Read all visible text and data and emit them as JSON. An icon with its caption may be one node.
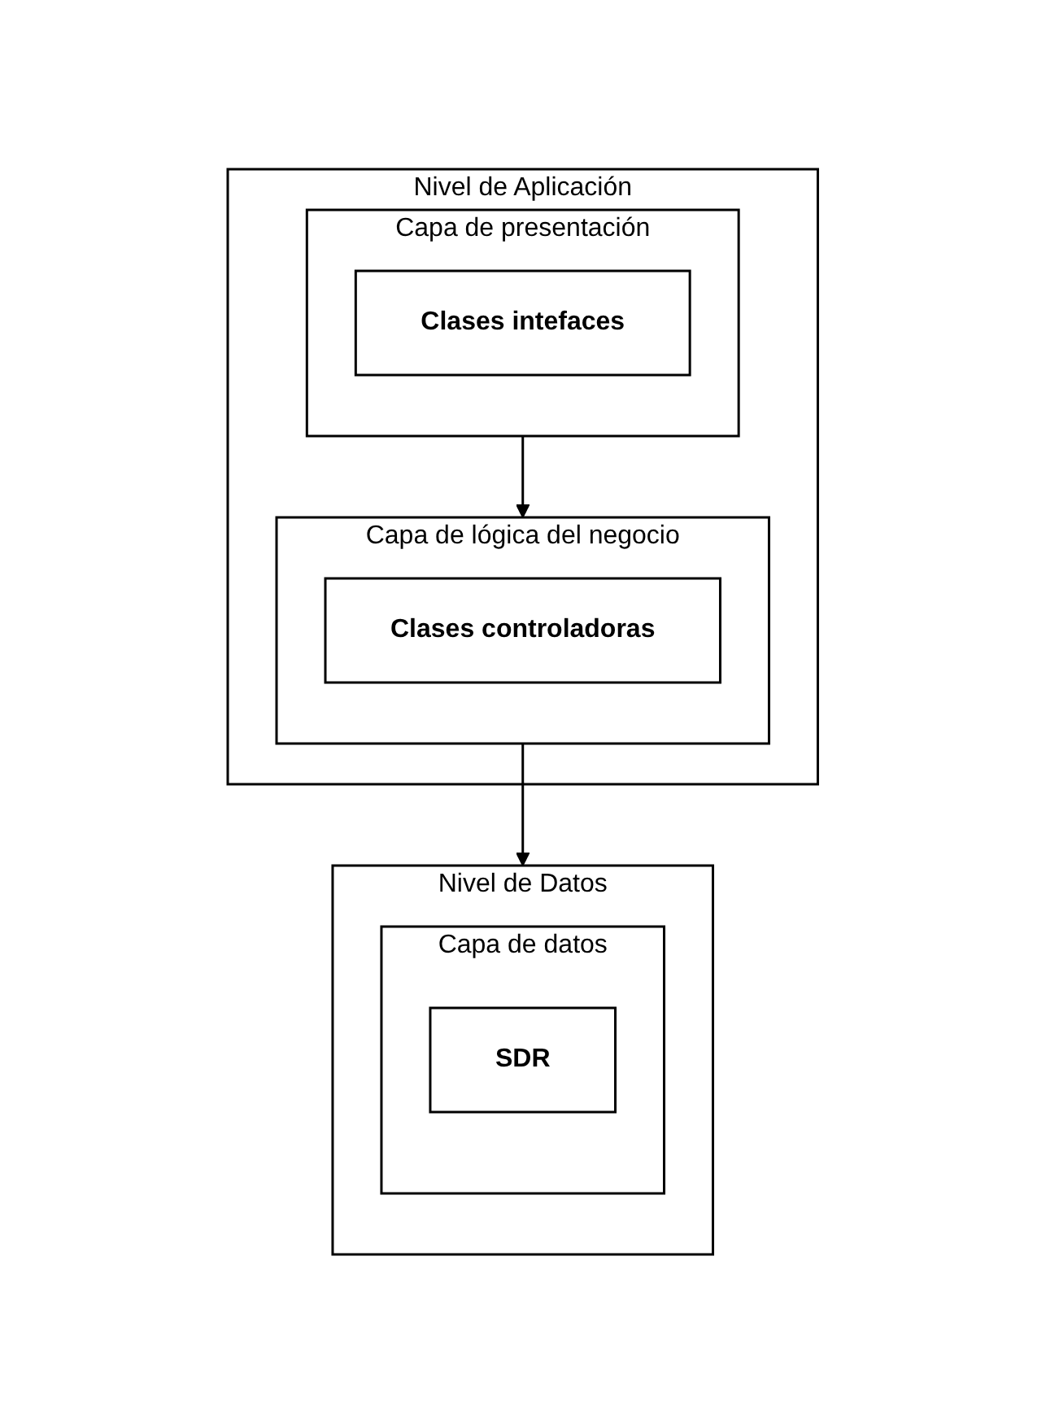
{
  "diagram": {
    "nodes": [
      {
        "text": [
          "Nivel de Aplicación"
        ]
      },
      {
        "text": [
          "Capa de presentación"
        ],
        "in": 0
      },
      {
        "text": [
          "Clases intefaces"
        ],
        "in": 1
      },
      {
        "text": [
          "Capa de lógica del negocio"
        ],
        "in": 0
      },
      {
        "text": [
          "Clases controladoras"
        ],
        "in": 3
      },
      {
        "text": [
          "Nivel de Datos"
        ]
      },
      {
        "text": [
          "Capa de datos"
        ],
        "in": 5
      },
      {
        "text": [
          "SDR"
        ],
        "in": 6
      }
    ],
    "edges": [
      {
        "from": 1,
        "to": 3,
        "arrow": "to"
      },
      {
        "from": 3,
        "to": 5,
        "arrow": "to"
      }
    ]
  }
}
